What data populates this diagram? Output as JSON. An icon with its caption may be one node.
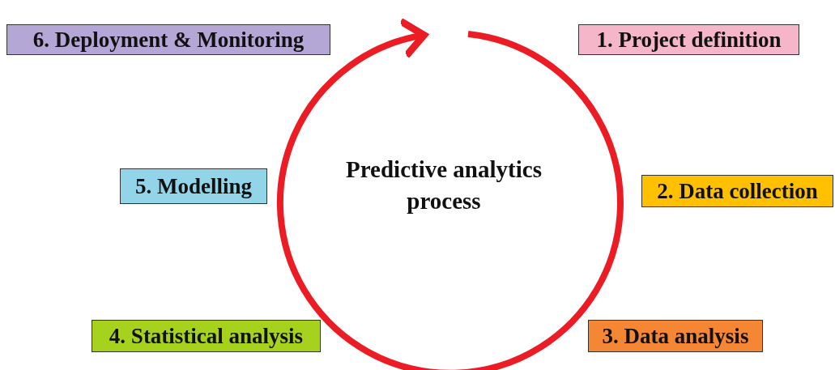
{
  "diagram": {
    "nodes": [
      {
        "text": [
          "1. Project definition"
        ]
      },
      {
        "text": [
          "2. Data collection"
        ]
      },
      {
        "text": [
          "3. Data analysis"
        ]
      },
      {
        "text": [
          "4. Statistical analysis"
        ]
      },
      {
        "text": [
          "5. Modelling"
        ]
      },
      {
        "text": [
          "6. Deployment & Monitoring"
        ]
      },
      {
        "text": [
          "Predictive analytics process"
        ]
      }
    ]
  }
}
